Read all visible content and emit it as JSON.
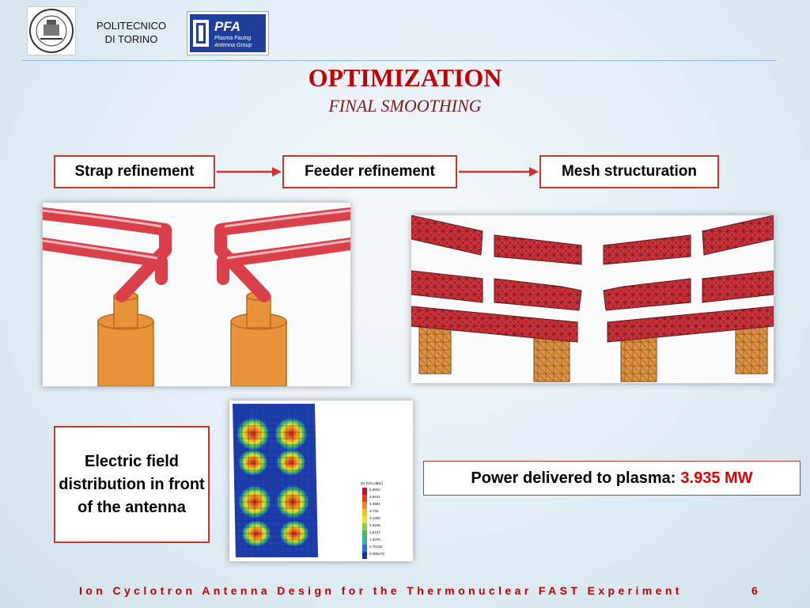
{
  "header": {
    "university_line1": "POLITECNICO",
    "university_line2": "DI TORINO",
    "seal_text": "POLITECNICO DI TORINO",
    "pfa_logo_title": "PFA",
    "pfa_logo_line1": "Plasma Facing",
    "pfa_logo_line2": "Antenna Group"
  },
  "slide": {
    "title": "OPTIMIZATION",
    "subtitle": "FINAL SMOOTHING"
  },
  "flow": {
    "steps": [
      "Strap refinement",
      "Feeder refinement",
      "Mesh structuration"
    ]
  },
  "field_panel": {
    "label": "Electric field distribution in front of the antenna",
    "legend_title": "|E| [V/m,dBm]",
    "legend_values": [
      "5.5902",
      "4.9441",
      "4.3981",
      "3.732",
      "3.1259",
      "2.5198",
      "1.9137",
      "1.3076",
      "0.70152",
      "0.095479"
    ]
  },
  "result": {
    "label": "Power delivered to plasma:",
    "value": "3.935 MW"
  },
  "footer": {
    "text": "Ion Cyclotron Antenna Design for the Thermonuclear FAST Experiment",
    "page": "6"
  },
  "colors": {
    "accent_red": "#c00000",
    "box_border": "#c0392b",
    "strap_red": "#d9404a",
    "feeder_orange": "#e89a3c"
  }
}
